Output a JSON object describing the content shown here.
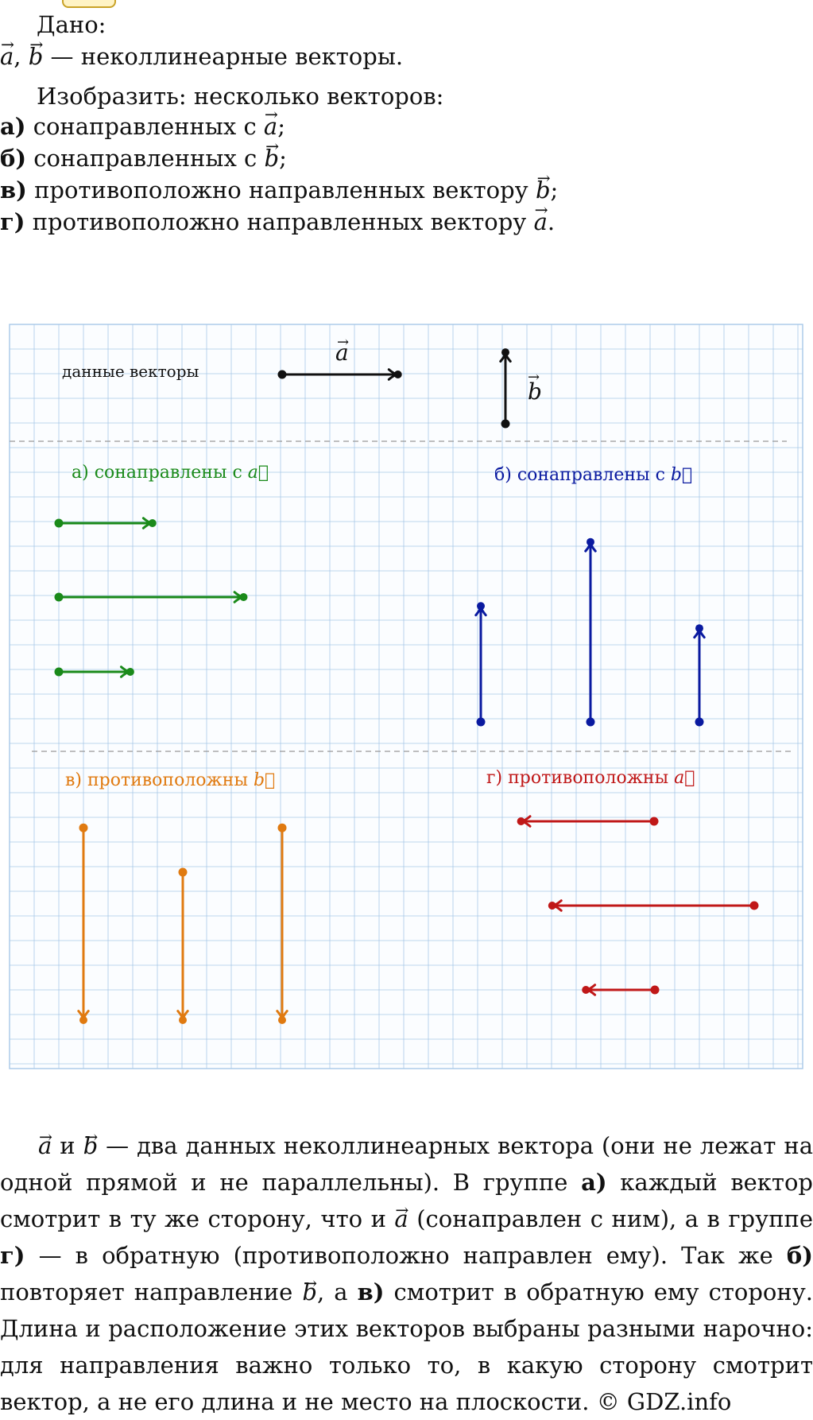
{
  "given": {
    "heading": "Дано:",
    "vec_a": "a",
    "vec_b": "b",
    "statement": " — неколлинеарные векторы."
  },
  "task": {
    "intro": "Изобразить: несколько векторов:",
    "items": [
      {
        "letter": "а)",
        "text": " сонаправленных с ",
        "vec": "a",
        "end": ";"
      },
      {
        "letter": "б)",
        "text": " сонаправленных с ",
        "vec": "b",
        "end": ";"
      },
      {
        "letter": "в)",
        "text": " противоположно направленных вектору ",
        "vec": "b",
        "end": ";"
      },
      {
        "letter": "г)",
        "text": " противоположно направленных вектору ",
        "vec": "a",
        "end": "."
      }
    ]
  },
  "figure": {
    "given_label": "данные векторы",
    "vec_a_label": "a",
    "vec_b_label": "b",
    "group_a_label": "а) сонаправлены с ",
    "group_b_label": "б) сонаправлены с ",
    "group_v_label": "в) противоположны ",
    "group_g_label": "г) противоположны ",
    "colors": {
      "given": "#111111",
      "group_a": "#1a8a1a",
      "group_b": "#0a1aa0",
      "group_v": "#e07a10",
      "group_g": "#c01818",
      "grid": "#a9c8e8",
      "divider": "#999999"
    },
    "grid_cell": 31,
    "vectors": {
      "given": [
        {
          "name": "a",
          "from": [
            0,
            0
          ],
          "to": [
            4.7,
            0
          ]
        },
        {
          "name": "b",
          "from": [
            0,
            0
          ],
          "to": [
            0,
            -2.9
          ]
        }
      ],
      "group_a": [
        {
          "length": 3.8
        },
        {
          "length": 7.5
        },
        {
          "length": 2.9
        }
      ],
      "group_b": [
        {
          "length": 4.7
        },
        {
          "length": 7.3
        },
        {
          "length": 3.8
        }
      ],
      "group_v": [
        {
          "length": 7.8
        },
        {
          "length": 6.0
        },
        {
          "length": 7.8
        }
      ],
      "group_g": [
        {
          "length": 5.4
        },
        {
          "length": 8.2
        },
        {
          "length": 2.8
        }
      ]
    }
  },
  "explanation": {
    "s1_vec_a": "a",
    "s1_and": " и ",
    "s1_vec_b": "b",
    "s1_rest": " — два данных неколлинеарных вектора (они не лежат на одной прямой и не параллельны). В группе ",
    "s2_a": "а)",
    "s2_text": " каждый вектор смотрит в ту же сторону, что и ",
    "s2_vec": "a",
    "s2_rest": " (сонаправлен с ним), а в группе ",
    "s2_g": "г)",
    "s2_after": " — в обратную (противоположно направлен ему). Так же ",
    "s3_b": "б)",
    "s3_text": " повторяет направление ",
    "s3_vec": "b",
    "s3_comma": ", а ",
    "s3_v": "в)",
    "s3_rest": " смотрит в обратную ему сторону. Длина и расположение этих векторов выбраны разными нарочно: для направления важно только то, в какую сторону смотрит вектор, а не его длина и не место на плоскости. ",
    "copyright": "© GDZ.info"
  }
}
